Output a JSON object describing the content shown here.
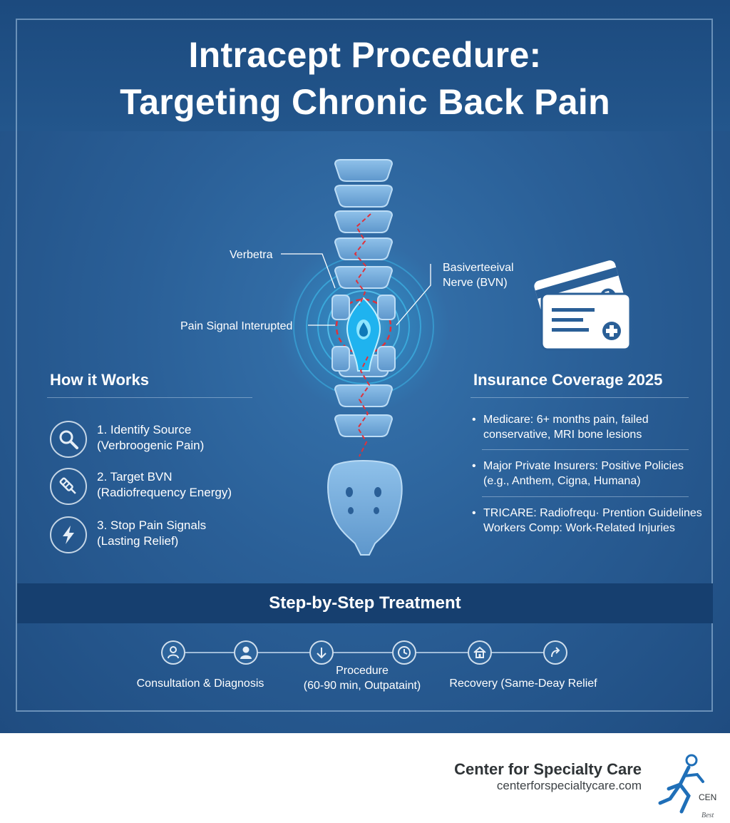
{
  "title": {
    "line1": "Intracept Procedure:",
    "line2": "Targeting Chronic Back Pain"
  },
  "diagram": {
    "vertebra_label": "Verbetra",
    "nerve_label_line1": "Basiverteeival",
    "nerve_label_line2": "Nerve (BVN)",
    "signal_label": "Pain Signal Interupted"
  },
  "how_it_works": {
    "heading": "How it Works",
    "items": [
      {
        "icon": "magnifier-icon",
        "line1": "1. Identify Source",
        "line2": "(Verbroogenic Pain)"
      },
      {
        "icon": "probe-icon",
        "line1": "2. Target BVN",
        "line2": "(Radiofrequency Energy)"
      },
      {
        "icon": "lightning-icon",
        "line1": "3. Stop Pain Signals",
        "line2": "(Lasting Relief)"
      }
    ]
  },
  "insurance": {
    "heading": "Insurance Coverage 2025",
    "items": [
      {
        "line1": "Medicare: 6+ months pain, failed",
        "line2": "conservative, MRI bone lesions"
      },
      {
        "line1": "Major Private Insurers: Positive Policies",
        "line2": "(e.g., Anthem, Cigna, Humana)"
      },
      {
        "line1": "TRICARE: Radiofrequ· Prention Guidelines",
        "line2": "Workers Comp: Work-Related Injuries"
      }
    ]
  },
  "steps": {
    "heading": "Step-by-Step Treatment",
    "icons": [
      "user-group-icon",
      "user-icon",
      "arrow-down-icon",
      "clock-icon",
      "home-icon",
      "return-arrow-icon"
    ],
    "labels": [
      {
        "line1": "Consultation & Diagnosis",
        "line2": ""
      },
      {
        "line1": "Procedure",
        "line2": "(60-90 min, Outpataint)"
      },
      {
        "line1": "Recovery (Same-Deay Relief",
        "line2": ""
      }
    ]
  },
  "footer": {
    "name": "Center for Specialty Care",
    "url": "centerforspecialtycare.com",
    "logo_text": "CEN",
    "logo_tagline": "Best"
  },
  "colors": {
    "background": "#2a5f97",
    "title_band": "#1c4a7e",
    "step_band": "#163f6f",
    "vertebra_fill": "#7fb3e0",
    "nerve_line": "#e0313a",
    "glow": "#2bb8ee",
    "logo_blue": "#1f6fb8"
  }
}
